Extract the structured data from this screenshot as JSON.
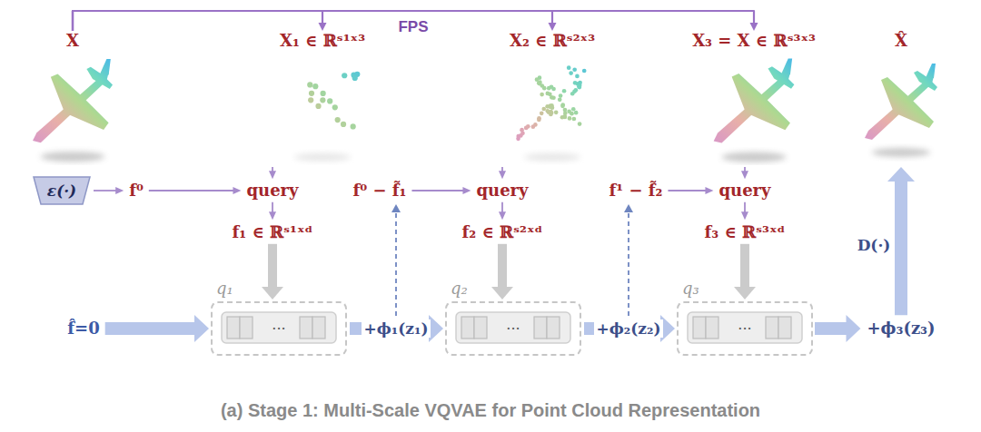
{
  "diagram": {
    "caption": "(a) Stage 1: Multi-Scale VQVAE for Point Cloud Representation",
    "nodes": [
      {
        "text": [
          "X"
        ]
      },
      {
        "text": [
          "X₁ ∈ ℝˢ¹ˣ³"
        ]
      },
      {
        "text": [
          "X₂ ∈ ℝˢ²ˣ³"
        ]
      },
      {
        "text": [
          "X₃ = X ∈ ℝˢ³ˣ³"
        ]
      },
      {
        "text": [
          "X̂"
        ]
      },
      {
        "text": [
          "ε(·)"
        ]
      },
      {
        "text": [
          "f⁰"
        ]
      },
      {
        "text": [
          "query"
        ]
      },
      {
        "text": [
          "f₁ ∈ ℝˢ¹ˣᵈ"
        ]
      },
      {
        "text": [
          "f⁰ − f̃₁"
        ]
      },
      {
        "text": [
          "query"
        ]
      },
      {
        "text": [
          "f₂ ∈ ℝˢ²ˣᵈ"
        ]
      },
      {
        "text": [
          "f¹ − f̃₂"
        ]
      },
      {
        "text": [
          "query"
        ]
      },
      {
        "text": [
          "f₃ ∈ ℝˢ³ˣᵈ"
        ]
      },
      {
        "text": [
          "f̂=0"
        ]
      },
      {
        "text": [
          "q₁",
          "..."
        ]
      },
      {
        "text": [
          "q₂",
          "..."
        ]
      },
      {
        "text": [
          "q₃",
          "..."
        ]
      },
      {
        "text": [
          "+ϕ₃(z₃)"
        ]
      }
    ],
    "edges": [
      {
        "from": 0,
        "to": 1,
        "arrow": "to"
      },
      {
        "from": 0,
        "to": 2,
        "arrow": "to"
      },
      {
        "from": 0,
        "to": 3,
        "arrow": "to"
      },
      {
        "from": 5,
        "to": 6,
        "arrow": "to"
      },
      {
        "from": 6,
        "to": 7,
        "arrow": "to"
      },
      {
        "from": 1,
        "to": 7,
        "arrow": "to"
      },
      {
        "from": 7,
        "to": 8,
        "arrow": "to"
      },
      {
        "from": 8,
        "to": 16,
        "arrow": "to"
      },
      {
        "from": 9,
        "to": 10,
        "arrow": "to"
      },
      {
        "from": 2,
        "to": 10,
        "arrow": "to"
      },
      {
        "from": 10,
        "to": 11,
        "arrow": "to"
      },
      {
        "from": 11,
        "to": 17,
        "arrow": "to"
      },
      {
        "from": 12,
        "to": 13,
        "arrow": "to"
      },
      {
        "from": 3,
        "to": 13,
        "arrow": "to"
      },
      {
        "from": 13,
        "to": 14,
        "arrow": "to"
      },
      {
        "from": 14,
        "to": 18,
        "arrow": "to"
      },
      {
        "from": 15,
        "to": 16,
        "arrow": "to"
      },
      {
        "from": 16,
        "to": 17,
        "label": "+ϕ₁(z₁)",
        "arrow": "to"
      },
      {
        "from": 17,
        "to": 18,
        "label": "+ϕ₂(z₂)",
        "arrow": "to"
      },
      {
        "from": 18,
        "to": 19,
        "arrow": "to"
      },
      {
        "from": 19,
        "to": 4,
        "label": "D(·)",
        "arrow": "to"
      }
    ],
    "labels": [
      "FPS"
    ]
  }
}
